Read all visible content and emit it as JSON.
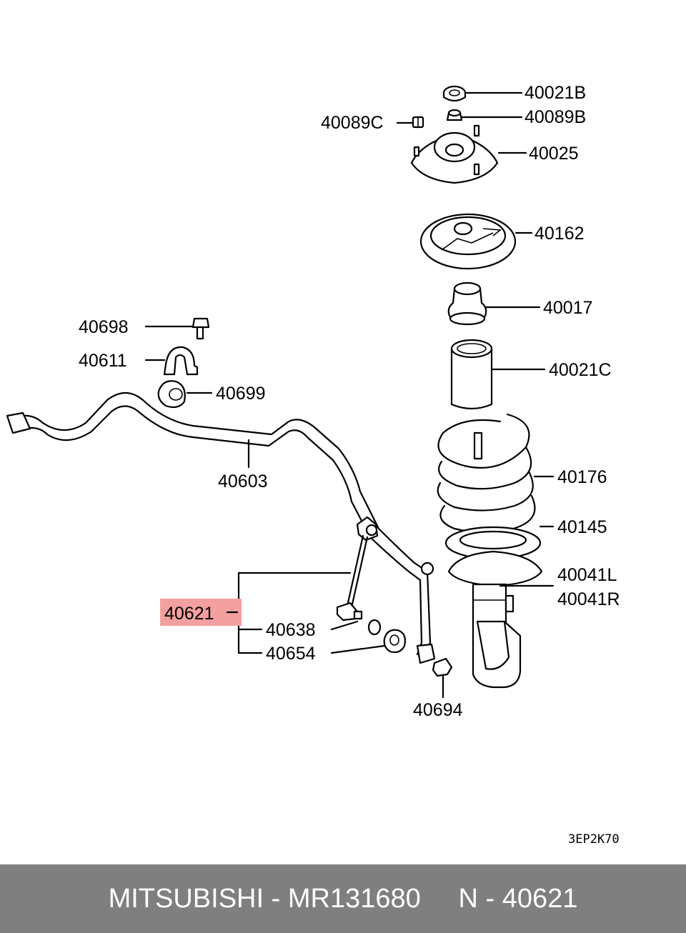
{
  "diagram": {
    "labels": {
      "p40021B": "40021B",
      "p40089B": "40089B",
      "p40089C": "40089C",
      "p40025": "40025",
      "p40162": "40162",
      "p40017": "40017",
      "p40021C": "40021C",
      "p40698": "40698",
      "p40611": "40611",
      "p40699": "40699",
      "p40603": "40603",
      "p40176": "40176",
      "p40145": "40145",
      "p40041L": "40041L",
      "p40041R": "40041R",
      "p40621": "40621",
      "p40638": "40638",
      "p40654": "40654",
      "p40694": "40694"
    },
    "highlighted_part": "40621",
    "highlight_color": "#f4a0a0",
    "figure_code": "3EP2K70"
  },
  "footer": {
    "text": "MITSUBISHI - MR131680     N - 40621",
    "background": "#7f7f7f"
  }
}
